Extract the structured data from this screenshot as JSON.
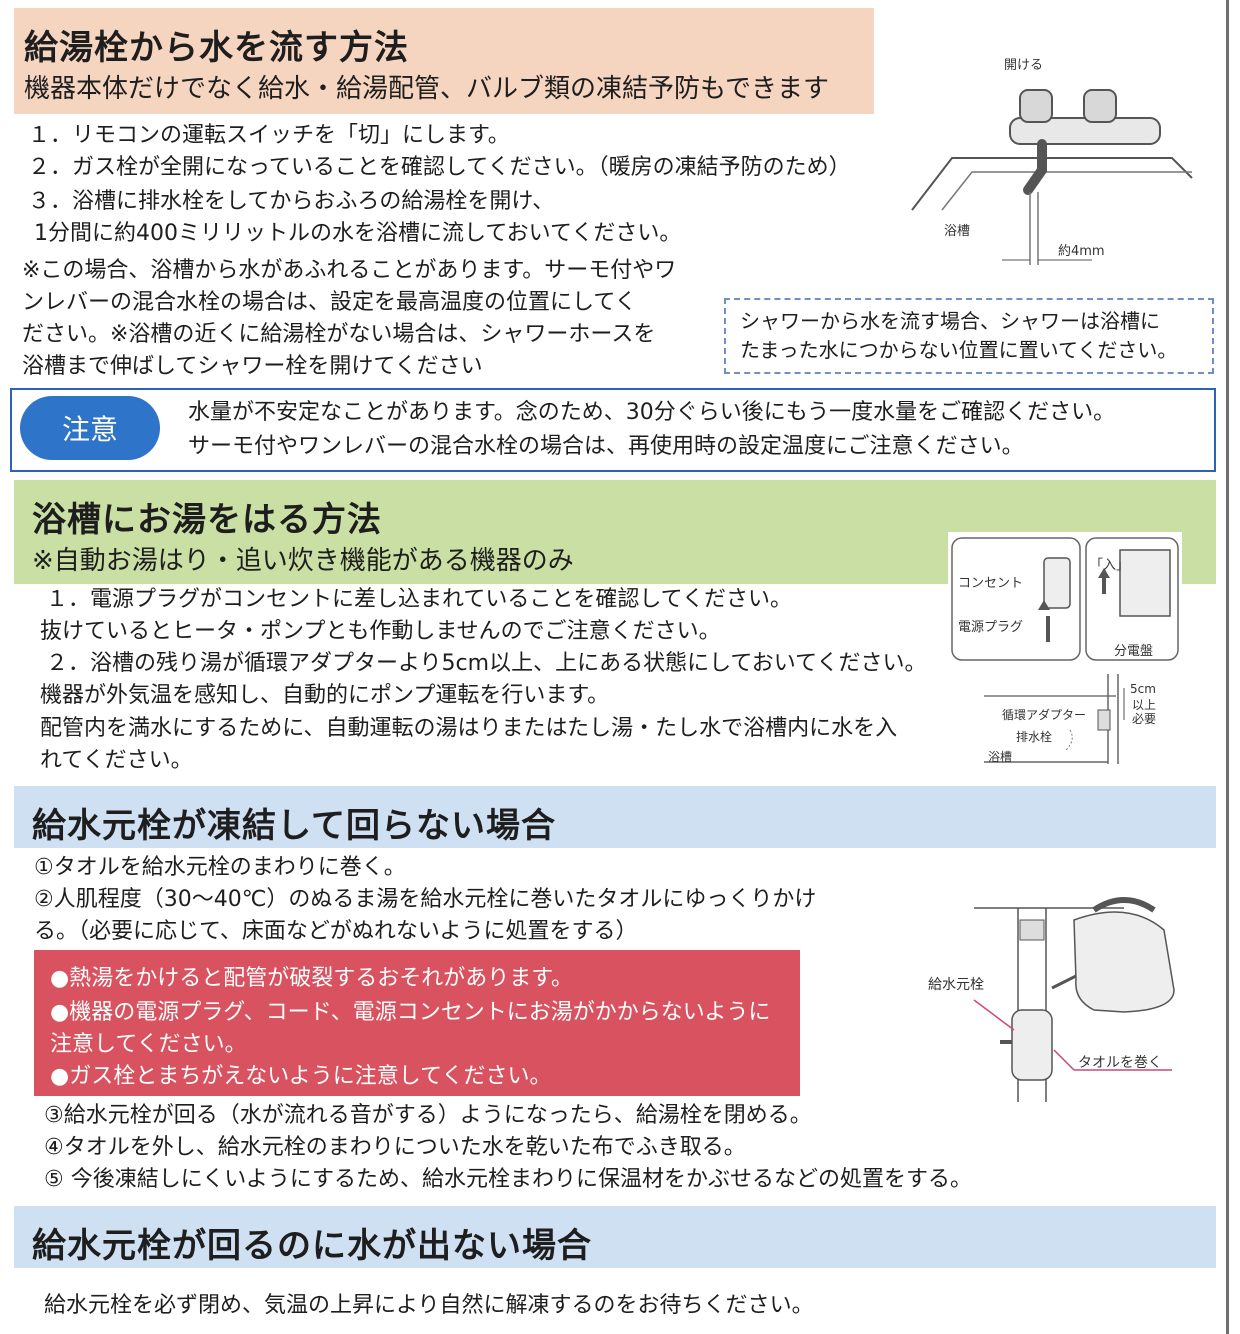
{
  "section1": {
    "title": "給湯栓から水を流す方法",
    "subtitle": "機器本体だけでなく給水・給湯配管、バルブ類の凍結予防もできます",
    "steps": [
      "１．リモコンの運転スイッチを「切」にします。",
      "２．ガス栓が全開になっていることを確認してください。（暖房の凍結予防のため）",
      "３．浴槽に排水栓をしてからおふろの給湯栓を開け、",
      "1分間に約400ミリリットルの水を浴槽に流しておいてください。"
    ],
    "note": [
      "※この場合、浴槽から水があふれることがあります。サーモ付やワ",
      "ンレバーの混合水栓の場合は、設定を最高温度の位置にしてく",
      "ださい。※浴槽の近くに給湯栓がない場合は、シャワーホースを",
      "浴槽まで伸ばしてシャワー栓を開けてください"
    ],
    "shower_note": [
      "シャワーから水を流す場合、シャワーは浴槽に",
      "たまった水につからない位置に置いてください。"
    ],
    "figure": {
      "open_label": "開ける",
      "tub_label": "浴槽",
      "width_label": "約4mm"
    }
  },
  "caution": {
    "badge": "注意",
    "lines": [
      "水量が不安定なことがあります。念のため、30分ぐらい後にもう一度水量をご確認ください。",
      "サーモ付やワンレバーの混合水栓の場合は、再使用時の設定温度にご注意ください。"
    ]
  },
  "section2": {
    "title": "浴槽にお湯をはる方法",
    "subtitle": "※自動お湯はり・追い炊き機能がある機器のみ",
    "lines": [
      "１．電源プラグがコンセントに差し込まれていることを確認してください。",
      "抜けているとヒータ・ポンプとも作動しませんのでご注意ください。",
      "２．浴槽の残り湯が循環アダプターより5cm以上、上にある状態にしておいてください。",
      "機器が外気温を感知し、自動的にポンプ運転を行います。",
      "配管内を満水にするために、自動運転の湯はりまたはたし湯・たし水で浴槽内に水を入",
      "れてください。"
    ],
    "figure": {
      "outlet_label": "コンセント",
      "plug_label": "電源プラグ",
      "on_label": "「入」",
      "panel_label": "分電盤",
      "adapter_label": "循環アダプター",
      "drain_label": "排水栓",
      "tub_label": "浴槽",
      "height_label": "5cm",
      "height_label2": "以上",
      "height_label3": "必要"
    }
  },
  "section3": {
    "title": "給水元栓が凍結して回らない場合",
    "lines": [
      "①タオルを給水元栓のまわりに巻く。",
      "②人肌程度（30～40℃）のぬるま湯を給水元栓に巻いたタオルにゆっくりかけ",
      "る。（必要に応じて、床面などがぬれないように処置をする）"
    ],
    "warnings": [
      "●熱湯をかけると配管が破裂するおそれがあります。",
      "●機器の電源プラグ、コード、電源コンセントにお湯がかからないように",
      "注意してください。",
      "●ガス栓とまちがえないように注意してください。"
    ],
    "after": [
      "③給水元栓が回る（水が流れる音がする）ようになったら、給湯栓を閉める。",
      "④タオルを外し、給水元栓のまわりについた水を乾いた布でふき取る。",
      "⑤ 今後凍結しにくいようにするため、給水元栓まわりに保温材をかぶせるなどの処置をする。"
    ],
    "figure": {
      "valve_label": "給水元栓",
      "towel_label": "タオルを巻く"
    }
  },
  "section4": {
    "title": "給水元栓が回るのに水が出ない場合",
    "text": "給水元栓を必ず閉め、気温の上昇により自然に解凍するのをお待ちください。"
  },
  "colors": {
    "section1_band": "#f6d5c0",
    "section2_band": "#c9dfa4",
    "section3_band": "#cfe0f2",
    "caution_badge": "#2e74c9",
    "warning_box": "#d9525f"
  }
}
